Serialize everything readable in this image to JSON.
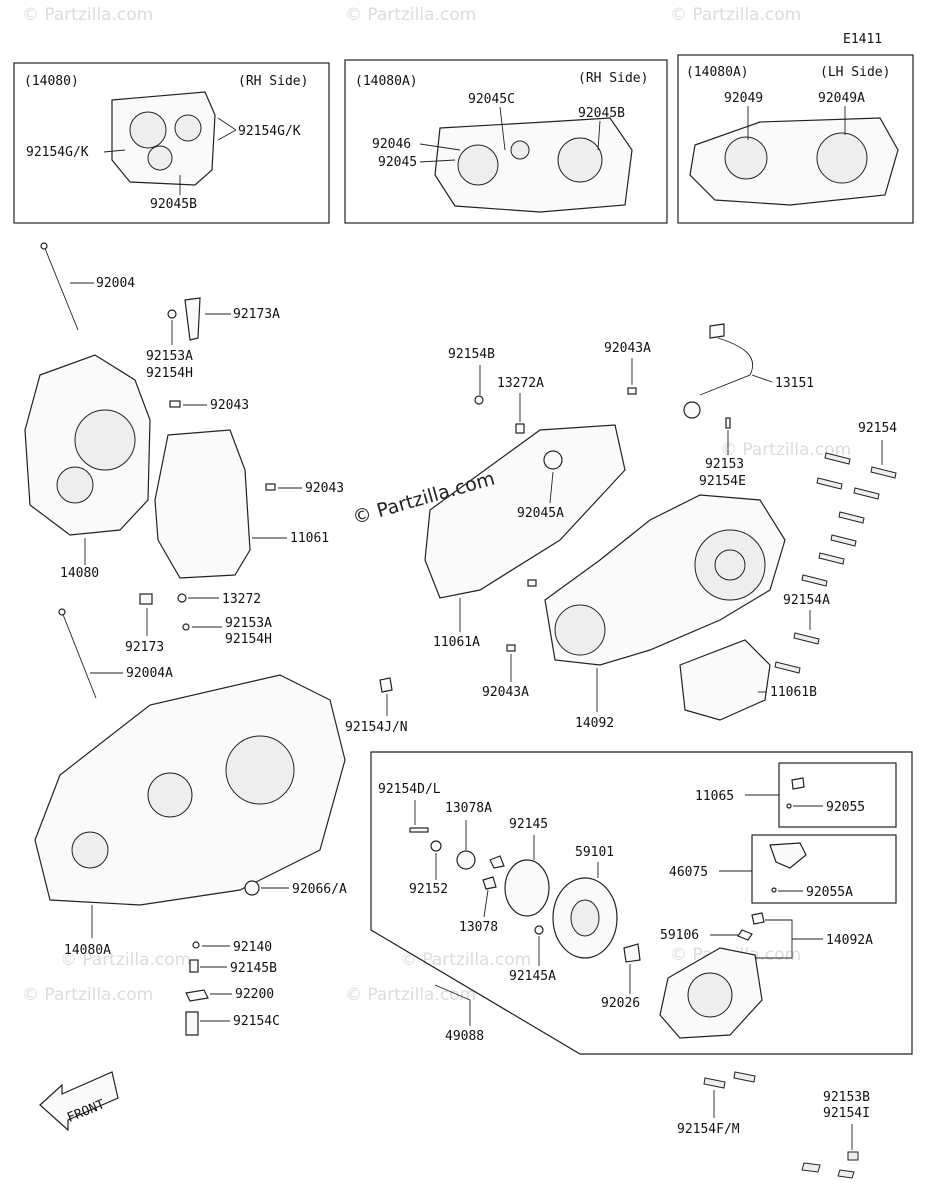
{
  "diagram_code": "E1411",
  "copyright_mark": "© Partzilla.com",
  "watermark_text": "© Partzilla.com",
  "front_label": "FRONT",
  "insets": [
    {
      "code": "(14080)",
      "side": "(RH Side)",
      "labels": [
        "92154G/K",
        "92154G/K",
        "92045B"
      ]
    },
    {
      "code": "(14080A)",
      "side": "(RH Side)",
      "labels": [
        "92045C",
        "92045B",
        "92046",
        "92045"
      ]
    },
    {
      "code": "(14080A)",
      "side": "(LH Side)",
      "labels": [
        "92049",
        "92049A"
      ]
    }
  ],
  "parts": {
    "p92004": "92004",
    "p92173A": "92173A",
    "p92153A_1": "92153A",
    "p92154H_1": "92154H",
    "p92043_1": "92043",
    "p92043_2": "92043",
    "p11061": "11061",
    "p14080": "14080",
    "p13272": "13272",
    "p92173": "92173",
    "p92153A_2": "92153A",
    "p92154H_2": "92154H",
    "p92004A": "92004A",
    "p92066A": "92066/A",
    "p14080A": "14080A",
    "p92140": "92140",
    "p92145B": "92145B",
    "p92200": "92200",
    "p92154C": "92154C",
    "p92154B": "92154B",
    "p13272A": "13272A",
    "p92043A_1": "92043A",
    "p13151": "13151",
    "p92154": "92154",
    "p92153": "92153",
    "p92154E": "92154E",
    "p92045A": "92045A",
    "p92154A": "92154A",
    "p11061A": "11061A",
    "p92043A_2": "92043A",
    "p14092": "14092",
    "p11061B": "11061B",
    "p92154JN": "92154J/N",
    "p92154DL": "92154D/L",
    "p13078A": "13078A",
    "p92145": "92145",
    "p59101": "59101",
    "p92152": "92152",
    "p13078": "13078",
    "p92145A": "92145A",
    "p92026": "92026",
    "p11065": "11065",
    "p92055": "92055",
    "p46075": "46075",
    "p92055A": "92055A",
    "p59106": "59106",
    "p14092A": "14092A",
    "p49088": "49088",
    "p92154FM": "92154F/M",
    "p92153B": "92153B",
    "p92154I": "92154I"
  }
}
